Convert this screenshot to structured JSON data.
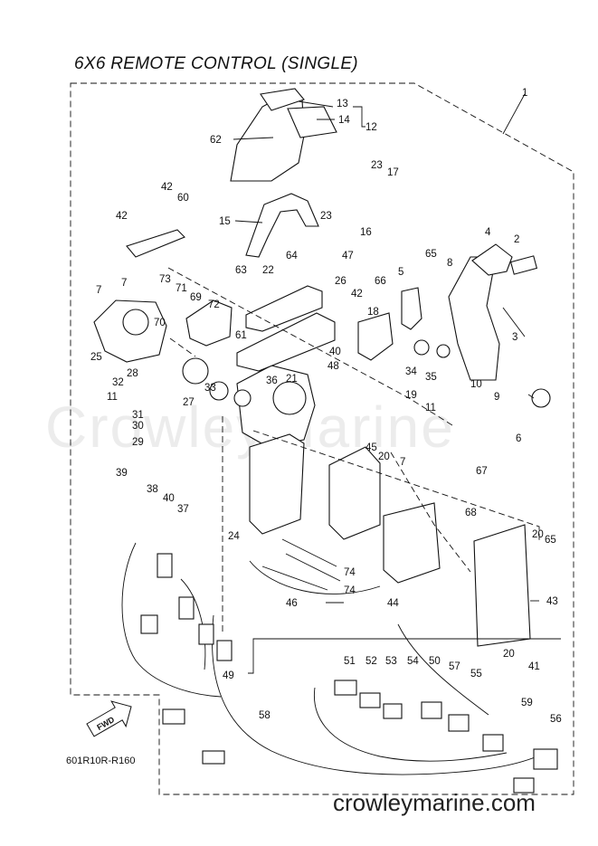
{
  "title": "6X6 REMOTE CONTROL (SINGLE)",
  "watermark": "CrowleyMarine",
  "drawing_code": "601R10R-R160",
  "fwd_label": "FWD",
  "site": "crowleymarine.com",
  "callouts": [
    "1",
    "2",
    "3",
    "4",
    "5",
    "6",
    "7",
    "7",
    "7",
    "8",
    "9",
    "10",
    "11",
    "11",
    "12",
    "13",
    "14",
    "15",
    "16",
    "17",
    "18",
    "19",
    "20",
    "20",
    "20",
    "21",
    "22",
    "23",
    "23",
    "24",
    "25",
    "26",
    "27",
    "28",
    "29",
    "30",
    "31",
    "32",
    "33",
    "34",
    "35",
    "36",
    "37",
    "38",
    "39",
    "40",
    "40",
    "41",
    "42",
    "42",
    "42",
    "43",
    "44",
    "45",
    "46",
    "47",
    "48",
    "49",
    "50",
    "51",
    "52",
    "53",
    "54",
    "55",
    "56",
    "57",
    "58",
    "59",
    "60",
    "61",
    "62",
    "63",
    "64",
    "65",
    "65",
    "66",
    "67",
    "68",
    "69",
    "70",
    "71",
    "72",
    "73",
    "74",
    "74"
  ]
}
